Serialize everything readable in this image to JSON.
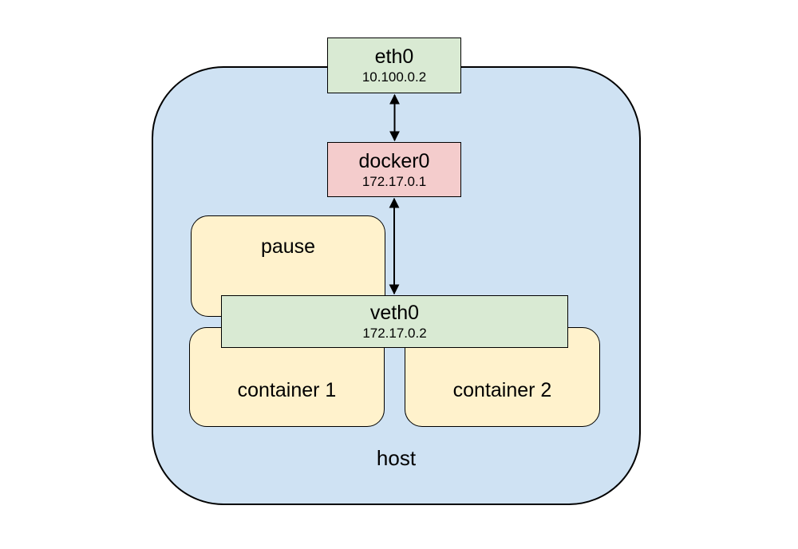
{
  "diagram": {
    "title": "docker host networking diagram",
    "host": {
      "label": "host"
    },
    "nodes": {
      "eth0": {
        "label": "eth0",
        "ip": "10.100.0.2",
        "type": "network-interface"
      },
      "docker0": {
        "label": "docker0",
        "ip": "172.17.0.1",
        "type": "bridge"
      },
      "veth0": {
        "label": "veth0",
        "ip": "172.17.0.2",
        "type": "virtual-interface"
      },
      "pause": {
        "label": "pause",
        "type": "container"
      },
      "container1": {
        "label": "container 1",
        "type": "container"
      },
      "container2": {
        "label": "container 2",
        "type": "container"
      }
    },
    "edges": [
      {
        "from": "eth0",
        "to": "docker0",
        "style": "double-headed-arrow"
      },
      {
        "from": "docker0",
        "to": "veth0",
        "style": "double-headed-arrow"
      }
    ]
  },
  "colors": {
    "host_fill": "#cfe2f3",
    "interface_fill": "#d9ead3",
    "bridge_fill": "#f4cccc",
    "container_fill": "#fff2cc",
    "border_color": "#000000",
    "arrow_color": "#000000",
    "background": "#ffffff"
  }
}
